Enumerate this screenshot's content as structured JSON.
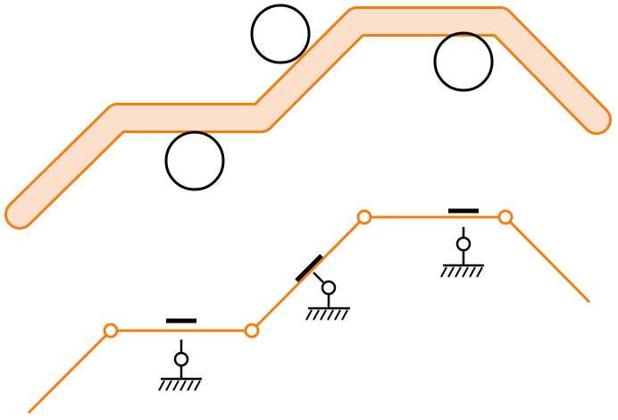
{
  "diagram": {
    "colors": {
      "link_fill": "#fde0cc",
      "link_stroke": "#f27f12",
      "line": "#f27f12",
      "roller": "#000000",
      "symbol": "#000000",
      "background": "#ffffff"
    },
    "upper_physical_model": {
      "link_count": 5,
      "roller_count": 3
    },
    "lower_schematic_model": {
      "joint_count": 4,
      "support_count": 3
    }
  }
}
